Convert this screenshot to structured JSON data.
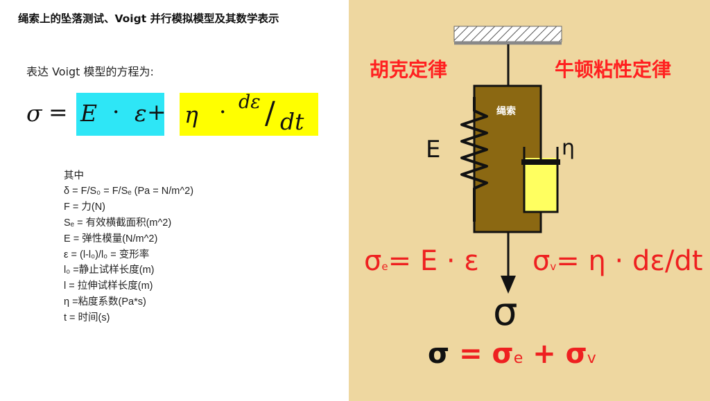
{
  "title": "绳索上的坠落测试、Voigt 并行模拟模型及其数学表示",
  "intro": "表达 Voigt 模型的方程为:",
  "equation": {
    "sigma": "σ",
    "equals": "=",
    "E": "E",
    "dot1": "·",
    "epsilon": "ε",
    "plus": "+",
    "eta": "η",
    "dot2": "·",
    "d_epsilon": "dε",
    "slash": "/",
    "dt": "dt"
  },
  "legend": {
    "heading": "其中",
    "items": [
      "δ = F/S₀ = F/Sₑ (Pa = N/m^2)",
      "F = 力(N)",
      "Sₑ = 有效横截面积(m^2)",
      "E = 弹性模量(N/m^2)",
      "ε = (l-l₀)/l₀ = 变形率",
      "l₀ =静止试样长度(m)",
      "l = 拉伸试样长度(m)",
      "η =粘度系数(Pa*s)",
      "t = 时间(s)"
    ]
  },
  "diagram": {
    "hooke_law": "胡克定律",
    "newton_law": "牛顿粘性定律",
    "rope_label": "绳索",
    "spring_label": "E",
    "dashpot_label": "η",
    "sigma_e_eq": {
      "sigma": "σ",
      "sub": "e",
      "rest": "= E · ε"
    },
    "sigma_v_eq": {
      "sigma": "σ",
      "sub": "v",
      "rest": "= η · dε/dt"
    },
    "total_sigma": "σ",
    "sum_eq": {
      "lhs": "σ",
      "eq": "=",
      "s1": "σ",
      "sub1": "e",
      "plus": "+",
      "s2": "σ",
      "sub2": "v"
    }
  },
  "colors": {
    "right_panel_bg": "#eed7a0",
    "body_fill": "#8b6812",
    "cyan_highlight": "#2ee6f6",
    "yellow_highlight": "#ffff00",
    "red_text": "#ff2020",
    "blue_text": "#2a40c0",
    "dashpot_fluid": "#ffff60"
  }
}
